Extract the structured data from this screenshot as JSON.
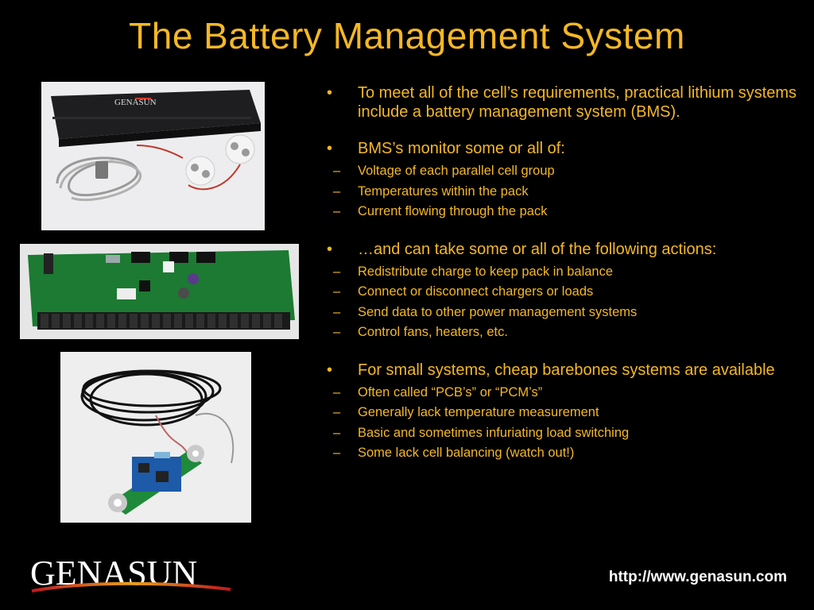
{
  "slide": {
    "title": "The Battery Management System",
    "accent_color": "#f4b825",
    "background_color": "#000000"
  },
  "bullets": [
    {
      "text": "To meet all of the cell’s requirements, practical lithium systems include a battery management system (BMS).",
      "subs": []
    },
    {
      "text": "BMS’s monitor some or all of:",
      "subs": [
        "Voltage of each parallel cell group",
        "Temperatures within the pack",
        "Current flowing through the pack"
      ]
    },
    {
      "text": "…and can take some or all of the following actions:",
      "subs": [
        "Redistribute charge to keep pack in balance",
        "Connect or disconnect chargers or loads",
        "Send data to other power management systems",
        "Control fans, heaters, etc."
      ]
    },
    {
      "text": "For small systems, cheap barebones systems are available",
      "subs": [
        "Often called “PCB’s” or “PCM’s”",
        "Generally lack temperature measurement",
        "Basic and sometimes infuriating load switching",
        "Some lack cell balancing (watch out!)"
      ]
    }
  ],
  "bullet_glyph": "•",
  "sub_glyph": "–",
  "photos": {
    "bms_box_label": "GENASUN"
  },
  "footer": {
    "logo_text": "GENASUN",
    "url": "http://www.genasun.com"
  }
}
